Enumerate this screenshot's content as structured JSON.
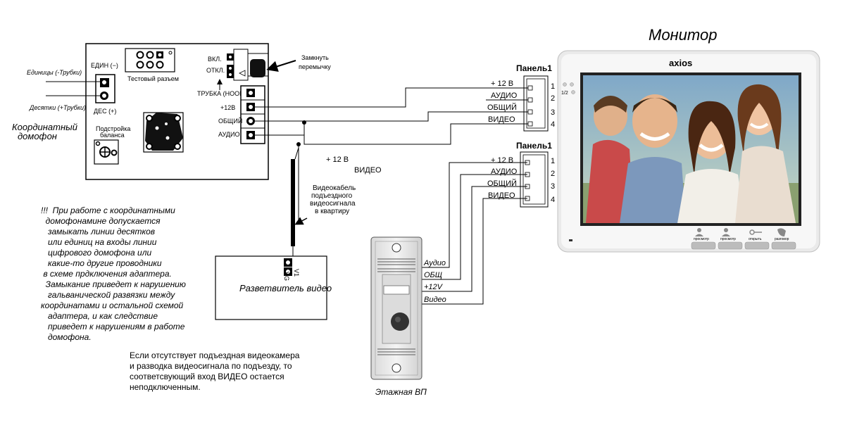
{
  "adapter": {
    "unit_label": "ЕДИН (−)",
    "tens_label": "ДЕС (+)",
    "units_wire": "Единицы (-Трубки)",
    "tens_wire": "Десятки (+Трубки)",
    "intercom": [
      "Координатный",
      "домофон"
    ],
    "test_connector": "Тестовый разъем",
    "balance": [
      "Подстройка",
      "баланса"
    ],
    "on_label": "ВКЛ.",
    "off_label": "ОТКЛ.",
    "handset_label": "ТРУБКА (HOOK)",
    "term_12v": "+12В",
    "term_common": "ОБЩИЙ",
    "term_audio": "АУДИО",
    "jumper_note": [
      "Замкнуть",
      "перемычку"
    ]
  },
  "panel1": {
    "title": "Панель1",
    "rows": [
      "+ 12 В",
      "АУДИО",
      "ОБЩИЙ",
      "ВИДЕО"
    ],
    "pins": [
      "1",
      "2",
      "3",
      "4"
    ]
  },
  "panel2": {
    "title": "Панель1",
    "rows": [
      "+ 12 В",
      "АУДИО",
      "ОБЩИЙ",
      "ВИДЕО"
    ],
    "pins": [
      "1",
      "2",
      "3",
      "4"
    ]
  },
  "video_cable": {
    "plus12": "+ 12 В",
    "video": "ВИДЕО",
    "caption": [
      "Видеокабель",
      "подъездного",
      "видеосигнала",
      "в квартиру"
    ]
  },
  "splitter": {
    "title": "Разветвитель видео",
    "v1": "V1",
    "vg": "VG"
  },
  "door_panel": {
    "caption": "Этажная ВП",
    "wires": [
      "Аудио",
      "ОБЩ",
      "+12V",
      "Видео"
    ]
  },
  "monitor": {
    "title": "Монитор",
    "brand": "axios",
    "led_labels": [
      "1/2"
    ],
    "buttons": [
      "просмотр",
      "просмотр",
      "открыть",
      "разговор"
    ]
  },
  "warning_note": "!!!  При работе с координатными\n  домофонамине допускается\n   замыкать линии десятков\n   или единиц на входы линии\n   цифрового домофона или\n   какие-то другие проводники\n в схеме прдключения адаптера.\n  Замыкание приведет к нарушению\n   гальванической развязки между\nкоординатами и остальной схемой\n   адаптера, и как следствие\n   приведет к нарушениям в работе\n   домофона.",
  "info_note": "Если отсутствует подъездная видеокамера\nи разводка видеосигнала по подъезду, то\nсоответсвующий вход ВИДЕО остается\nнеподключенным."
}
